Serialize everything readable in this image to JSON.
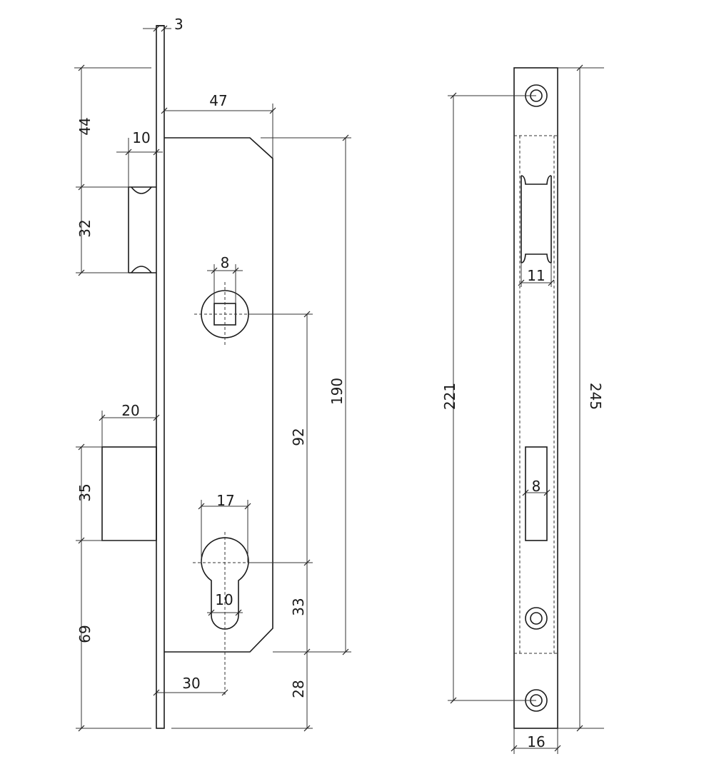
{
  "dimensions": {
    "plate_thickness": "3",
    "top_to_latch": "44",
    "latch_depth": "10",
    "latch_height": "32",
    "case_depth": "47",
    "spindle_square": "8",
    "case_height": "190",
    "spindle_to_cylinder": "92",
    "bolt_projection": "20",
    "bolt_height": "35",
    "cylinder_width": "17",
    "cylinder_slot": "10",
    "cylinder_to_case_bottom": "33",
    "bolt_to_bottom": "69",
    "backset": "30",
    "case_bottom_to_plate_end": "28",
    "mount_hole_spacing": "221",
    "faceplate_length": "245",
    "latch_opening": "11",
    "bolt_opening": "8",
    "faceplate_width": "16"
  }
}
